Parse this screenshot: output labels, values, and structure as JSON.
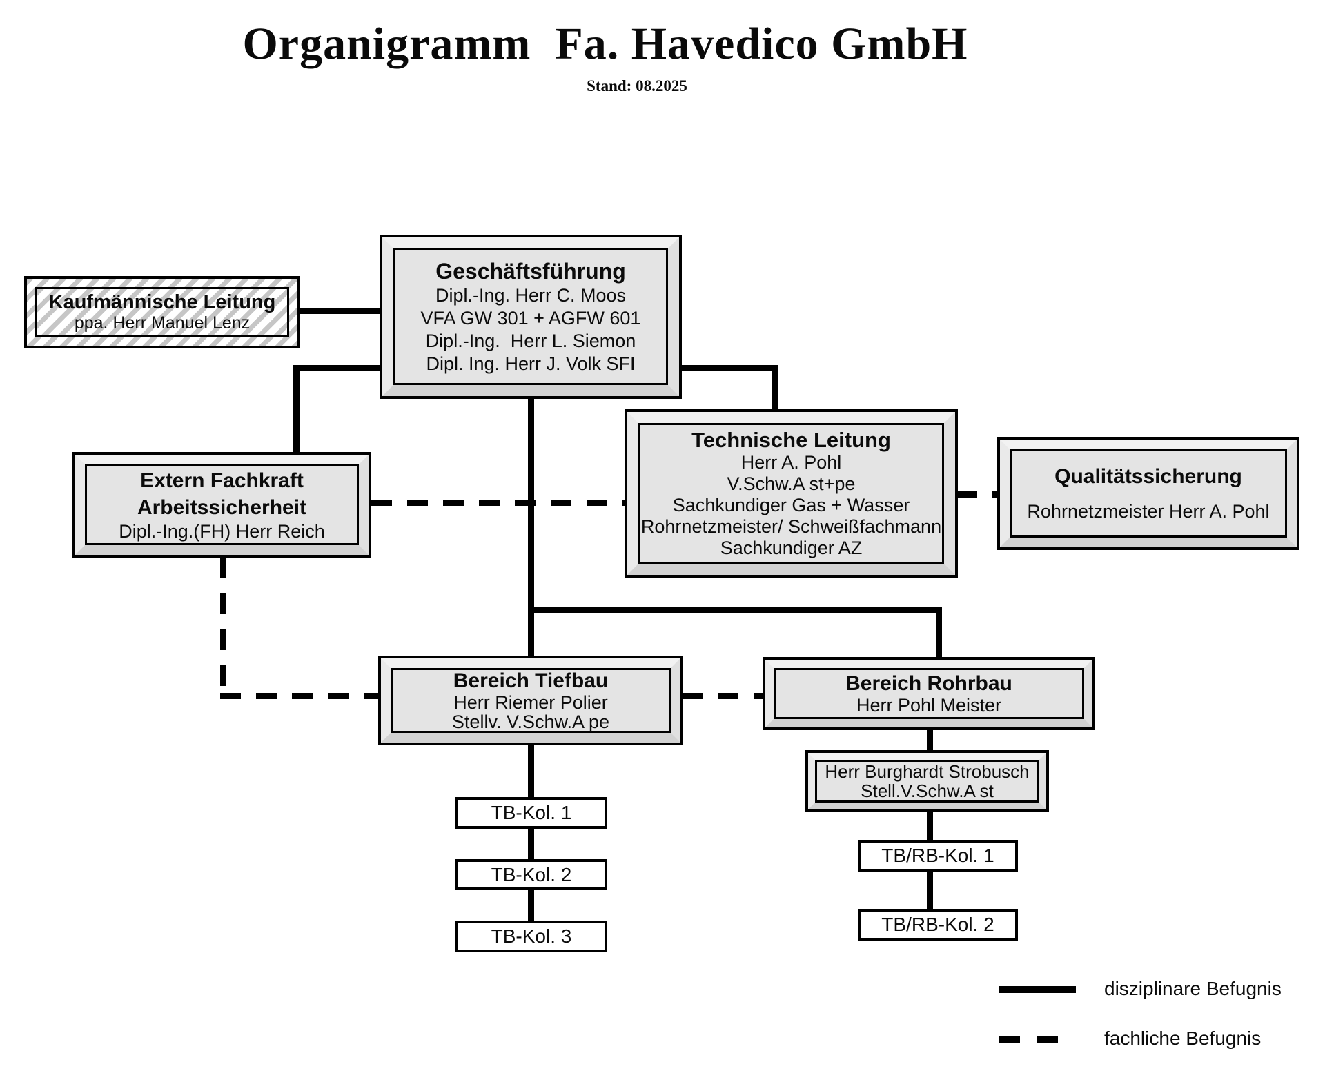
{
  "header": {
    "title": "Organigramm  Fa. Havedico GmbH",
    "subtitle": "Stand: 08.2025"
  },
  "nodes": {
    "kl": {
      "title": "Kaufmännische Leitung",
      "lines": [
        "ppa. Herr Manuel Lenz"
      ]
    },
    "gf": {
      "title": "Geschäftsführung",
      "lines": [
        "Dipl.-Ing. Herr C. Moos",
        "VFA GW 301 + AGFW 601",
        "Dipl.-Ing.  Herr L. Siemon",
        "Dipl. Ing. Herr J. Volk SFI"
      ]
    },
    "ef": {
      "title": [
        "Extern Fachkraft",
        "Arbeitssicherheit"
      ],
      "lines": [
        "Dipl.-Ing.(FH) Herr Reich"
      ]
    },
    "tl": {
      "title": "Technische Leitung",
      "lines": [
        "Herr A. Pohl",
        "V.Schw.A st+pe",
        "Sachkundiger Gas + Wasser",
        "Rohrnetzmeister/ Schweißfachmann",
        "Sachkundiger AZ"
      ]
    },
    "qs": {
      "title": "Qualitätssicherung",
      "lines": [
        "Rohrnetzmeister Herr A. Pohl"
      ]
    },
    "bt": {
      "title": "Bereich Tiefbau",
      "lines": [
        "Herr Riemer Polier",
        "Stellv. V.Schw.A pe"
      ]
    },
    "br": {
      "title": "Bereich Rohrbau",
      "lines": [
        "Herr Pohl Meister"
      ]
    },
    "sb": {
      "lines": [
        "Herr Burghardt Strobusch",
        "Stell.V.Schw.A st"
      ]
    }
  },
  "kol": {
    "tb": [
      "TB-Kol. 1",
      "TB-Kol. 2",
      "TB-Kol. 3"
    ],
    "tbrb": [
      "TB/RB-Kol. 1",
      "TB/RB-Kol. 2"
    ]
  },
  "legend": {
    "solid": "disziplinare Befugnis",
    "dashed": "fachliche Befugnis"
  },
  "colors": {
    "line": "#000000",
    "box_fill": "#e4e4e4",
    "hatch_stripe": "#c6c6c6"
  }
}
